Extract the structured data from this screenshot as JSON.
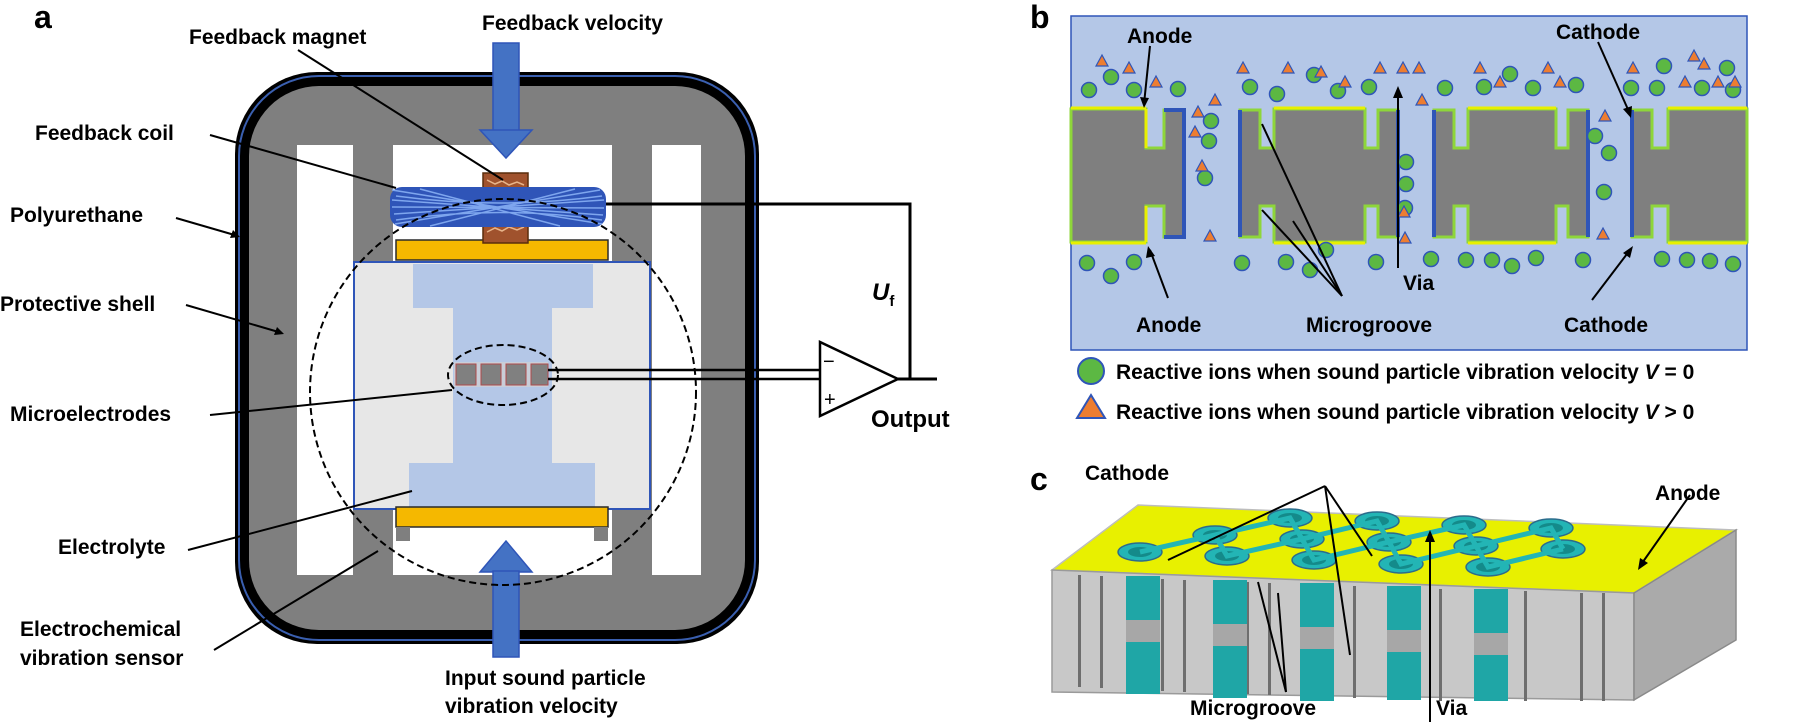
{
  "panels": {
    "a": "a",
    "b": "b",
    "c": "c"
  },
  "panel_a": {
    "feedback_velocity": "Feedback velocity",
    "feedback_magnet": "Feedback magnet",
    "feedback_coil": "Feedback coil",
    "polyurethane": "Polyurethane",
    "protective_shell": "Protective shell",
    "microelectrodes": "Microelectrodes",
    "electrolyte": "Electrolyte",
    "sensor_line1": "Electrochemical",
    "sensor_line2": "vibration sensor",
    "input_line1": "Input sound particle",
    "input_line2": "vibration velocity",
    "uf_main": "U",
    "uf_sub": "f",
    "output": "Output",
    "minus": "−",
    "plus": "+"
  },
  "panel_b": {
    "anode_top": "Anode",
    "cathode_top": "Cathode",
    "anode_bottom": "Anode",
    "microgroove": "Microgroove",
    "cathode_bottom": "Cathode",
    "via": "Via",
    "legend": [
      {
        "text": "Reactive ions when sound particle vibration velocity ",
        "var": "V",
        "cond": " = 0",
        "marker": "circle"
      },
      {
        "text": "Reactive ions when sound particle vibration velocity ",
        "var": "V",
        "cond": " > 0",
        "marker": "triangle"
      }
    ]
  },
  "panel_c": {
    "cathode": "Cathode",
    "anode": "Anode",
    "microgroove": "Microgroove",
    "via": "Via"
  },
  "colors": {
    "shell": "#7f7f7f",
    "electrolyte": "#b4c7e7",
    "blue_arrow": "#4472c4",
    "magnet_plate": "#f5b800",
    "coil": "#2f55b8",
    "ion_circle": "#5cb843",
    "ion_triangle": "#ed7d31",
    "electrode_yellow": "#e8f000",
    "via_teal": "#23b5b5"
  }
}
